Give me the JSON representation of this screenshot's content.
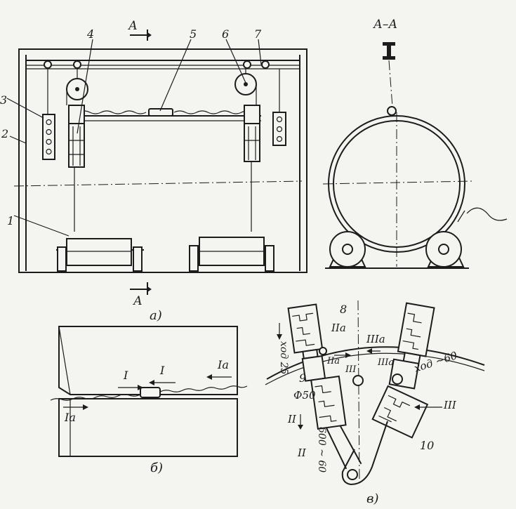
{
  "fig_a": {
    "caption": "а)",
    "section_top": "А",
    "section_bottom": "А",
    "numbers": [
      "1",
      "2",
      "3",
      "4",
      "5",
      "6",
      "7"
    ]
  },
  "fig_aa": {
    "caption": "А–А"
  },
  "fig_b": {
    "caption": "б)",
    "arrow_1": "I",
    "arrow_2": "I",
    "arrow_ia_right": "Iа",
    "arrow_ia_left": "Iа"
  },
  "fig_v": {
    "caption": "в)",
    "num_8": "8",
    "num_9": "9",
    "num_10": "10",
    "stroke_25": "ход 25",
    "stroke_60": "ход ~60",
    "dia_50": "Ф50",
    "range_600": "600 ~ 60",
    "roman_2a_1": "IIа",
    "roman_2a_2": "IIа",
    "roman_3a_1": "IIIа",
    "roman_3a_2": "IIIа",
    "roman_2_1": "II",
    "roman_2_2": "II",
    "roman_3_1": "III",
    "roman_3_2": "III"
  }
}
